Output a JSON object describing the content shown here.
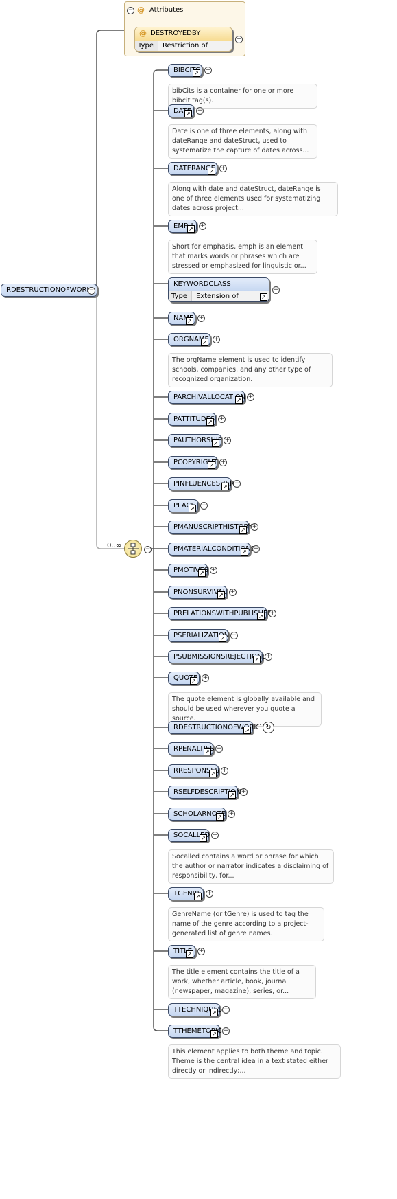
{
  "root": {
    "label": "RDESTRUCTIONOFWORK"
  },
  "attributes": {
    "title": "Attributes",
    "items": [
      {
        "name": "DESTROYEDBY",
        "type_label": "Type",
        "type_value": "Restriction of 'xs:token'"
      }
    ]
  },
  "sequence": {
    "occurrence": "0..∞"
  },
  "children": [
    {
      "label": "BIBCITS",
      "desc": "bibCits is a container for one or more bibcit tag(s)."
    },
    {
      "label": "DATE",
      "desc": "Date is one of three elements, along with dateRange and dateStruct, used to systematize the capture of dates across..."
    },
    {
      "label": "DATERANGE",
      "desc": "Along with date and dateStruct, dateRange is one of three elements used for systematizing dates across project..."
    },
    {
      "label": "EMPH",
      "desc": "Short for emphasis, emph is an element that marks words or phrases which are stressed or emphasized for linguistic or..."
    },
    {
      "label": "KEYWORDCLASS",
      "type_label": "Type",
      "type_value": "Extension of 'xs:anyURI'"
    },
    {
      "label": "NAME"
    },
    {
      "label": "ORGNAME",
      "desc": "The orgName element is used to identify schools, companies, and any other type of recognized organization."
    },
    {
      "label": "PARCHIVALLOCATION"
    },
    {
      "label": "PATTITUDES"
    },
    {
      "label": "PAUTHORSHIP"
    },
    {
      "label": "PCOPYRIGHT"
    },
    {
      "label": "PINFLUENCESHER"
    },
    {
      "label": "PLACE"
    },
    {
      "label": "PMANUSCRIPTHISTORY"
    },
    {
      "label": "PMATERIALCONDITIONS"
    },
    {
      "label": "PMOTIVES"
    },
    {
      "label": "PNONSURVIVAL"
    },
    {
      "label": "PRELATIONSWITHPUBLISHER"
    },
    {
      "label": "PSERIALIZATION"
    },
    {
      "label": "PSUBMISSIONSREJECTIONS"
    },
    {
      "label": "QUOTE",
      "desc": "The quote element is globally available and should be used wherever you quote a source."
    },
    {
      "label": "RDESTRUCTIONOFWORK",
      "recursive": true
    },
    {
      "label": "RPENALTIES"
    },
    {
      "label": "RRESPONSES"
    },
    {
      "label": "RSELFDESCRIPTION"
    },
    {
      "label": "SCHOLARNOTE"
    },
    {
      "label": "SOCALLED",
      "desc": "Socalled contains a word or phrase for which the author or narrator indicates a disclaiming of responsibility, for..."
    },
    {
      "label": "TGENRE",
      "desc": "GenreName (or tGenre) is used to tag the name of the genre according to a project-generated list of genre names."
    },
    {
      "label": "TITLE",
      "desc": "The title element contains the title of a work, whether article, book, journal (newspaper, magazine), series, or..."
    },
    {
      "label": "TTECHNIQUES"
    },
    {
      "label": "TTHEMETOPIC",
      "desc": "This element applies to both theme and topic. Theme is the central idea in a text stated either directly or indirectly;..."
    }
  ],
  "icons": {
    "expand": "plus-icon",
    "collapse": "minus-icon",
    "link": "link-arrow-icon",
    "recursion": "recursion-icon",
    "sequence": "sequence-icon",
    "attribute": "attribute-at-icon"
  }
}
